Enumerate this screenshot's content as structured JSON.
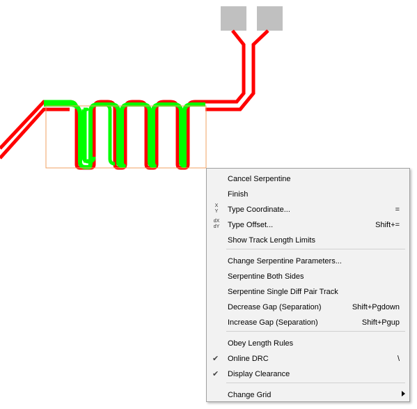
{
  "menu": {
    "items": [
      {
        "label": "Cancel Serpentine",
        "shortcut": "",
        "icon": "",
        "checked": false,
        "submenu": false
      },
      {
        "label": "Finish",
        "shortcut": "",
        "icon": "",
        "checked": false,
        "submenu": false
      },
      {
        "label": "Type Coordinate...",
        "shortcut": "=",
        "icon": "xy-icon",
        "icon_text": [
          "X",
          "Y"
        ],
        "checked": false,
        "submenu": false
      },
      {
        "label": "Type Offset...",
        "shortcut": "Shift+=",
        "icon": "dxdy-icon",
        "icon_text": [
          "dX",
          "dY"
        ],
        "checked": false,
        "submenu": false
      },
      {
        "label": "Show Track Length Limits",
        "shortcut": "",
        "icon": "",
        "checked": false,
        "submenu": false
      },
      {
        "label": "Change Serpentine Parameters...",
        "shortcut": "",
        "icon": "",
        "checked": false,
        "submenu": false
      },
      {
        "label": "Serpentine Both Sides",
        "shortcut": "",
        "icon": "",
        "checked": false,
        "submenu": false
      },
      {
        "label": "Serpentine Single Diff Pair Track",
        "shortcut": "",
        "icon": "",
        "checked": false,
        "submenu": false
      },
      {
        "label": "Decrease Gap (Separation)",
        "shortcut": "Shift+Pgdown",
        "icon": "",
        "checked": false,
        "submenu": false
      },
      {
        "label": "Increase Gap (Separation)",
        "shortcut": "Shift+Pgup",
        "icon": "",
        "checked": false,
        "submenu": false
      },
      {
        "label": "Obey Length Rules",
        "shortcut": "",
        "icon": "",
        "checked": false,
        "submenu": false
      },
      {
        "label": "Online DRC",
        "shortcut": "\\",
        "icon": "",
        "checked": true,
        "submenu": false
      },
      {
        "label": "Display Clearance",
        "shortcut": "",
        "icon": "",
        "checked": true,
        "submenu": false
      },
      {
        "label": "Change Grid",
        "shortcut": "",
        "icon": "",
        "checked": false,
        "submenu": true
      }
    ],
    "check_glyph": "✔"
  },
  "colors": {
    "track": "#ff0000",
    "serpentine": "#00ff00",
    "pad": "#c0c0c0",
    "selection_box": "#f0a060"
  }
}
